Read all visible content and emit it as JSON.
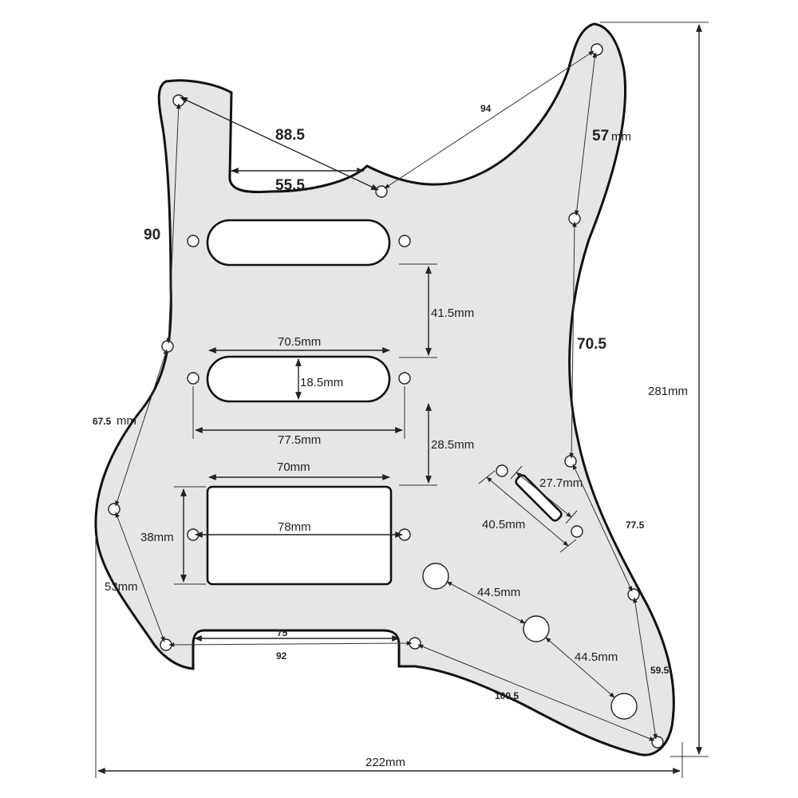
{
  "dimensions": {
    "d_88_5": "88.5",
    "d_55_5": "55.5",
    "d_94": "94",
    "d_57": "57",
    "d_57_unit": "mm",
    "d_90": "90",
    "d_41_5": "41.5mm",
    "d_70_5_top": "70.5mm",
    "d_18_5": "18.5mm",
    "d_70_5_right": "70.5",
    "d_281": "281mm",
    "d_67_5": "67.5",
    "d_67_5_unit": "mm",
    "d_77_5_mid": "77.5mm",
    "d_28_5": "28.5mm",
    "d_70": "70mm",
    "d_27_7": "27.7mm",
    "d_40_5": "40.5mm",
    "d_77_5_right": "77.5",
    "d_38": "38mm",
    "d_78": "78mm",
    "d_53": "53mm",
    "d_44_5_a": "44.5mm",
    "d_44_5_b": "44.5mm",
    "d_75": "75",
    "d_92": "92",
    "d_59_5": "59.5",
    "d_100_5": "100.5",
    "d_222": "222mm"
  }
}
